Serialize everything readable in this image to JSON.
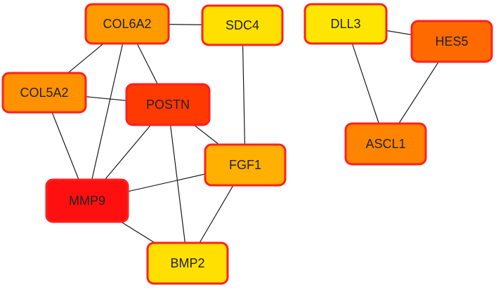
{
  "network": {
    "nodes": [
      {
        "id": "COL6A2",
        "label": "COL6A2",
        "color": "#FF9A00"
      },
      {
        "id": "SDC4",
        "label": "SDC4",
        "color": "#FFE000"
      },
      {
        "id": "DLL3",
        "label": "DLL3",
        "color": "#FFE600"
      },
      {
        "id": "HES5",
        "label": "HES5",
        "color": "#FF6A00"
      },
      {
        "id": "COL5A2",
        "label": "COL5A2",
        "color": "#FF9200"
      },
      {
        "id": "POSTN",
        "label": "POSTN",
        "color": "#FF3A00"
      },
      {
        "id": "ASCL1",
        "label": "ASCL1",
        "color": "#FF8400"
      },
      {
        "id": "FGF1",
        "label": "FGF1",
        "color": "#FFB000"
      },
      {
        "id": "MMP9",
        "label": "MMP9",
        "color": "#FF1010"
      },
      {
        "id": "BMP2",
        "label": "BMP2",
        "color": "#FFE000"
      }
    ],
    "edges": [
      [
        "COL6A2",
        "SDC4"
      ],
      [
        "COL6A2",
        "COL5A2"
      ],
      [
        "COL6A2",
        "POSTN"
      ],
      [
        "COL6A2",
        "MMP9"
      ],
      [
        "SDC4",
        "FGF1"
      ],
      [
        "COL5A2",
        "POSTN"
      ],
      [
        "COL5A2",
        "MMP9"
      ],
      [
        "POSTN",
        "FGF1"
      ],
      [
        "POSTN",
        "MMP9"
      ],
      [
        "POSTN",
        "BMP2"
      ],
      [
        "FGF1",
        "MMP9"
      ],
      [
        "FGF1",
        "BMP2"
      ],
      [
        "MMP9",
        "BMP2"
      ],
      [
        "DLL3",
        "HES5"
      ],
      [
        "DLL3",
        "ASCL1"
      ],
      [
        "HES5",
        "ASCL1"
      ]
    ]
  }
}
